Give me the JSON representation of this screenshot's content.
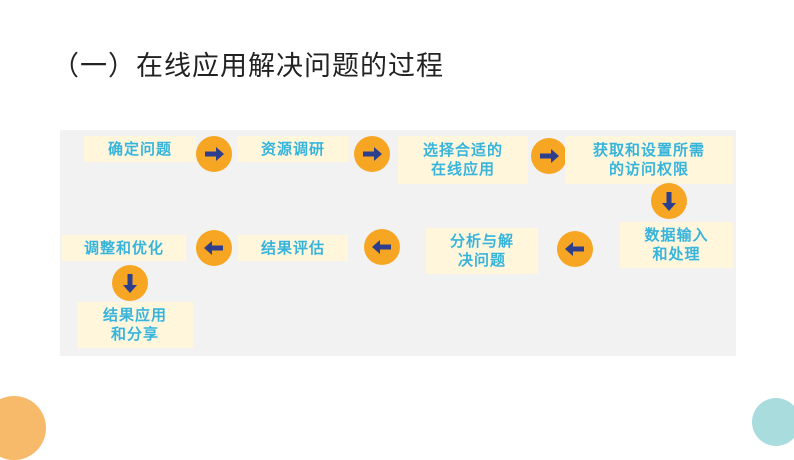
{
  "title": "（一）在线应用解决问题的过程",
  "steps": {
    "s1": "确定问题",
    "s2": "资源调研",
    "s3": "选择合适的\n在线应用",
    "s4": "获取和设置所需\n的访问权限",
    "s5": "数据输入\n和处理",
    "s6": "分析与解\n决问题",
    "s7": "结果评估",
    "s8": "调整和优化",
    "s9": "结果应用\n和分享"
  },
  "colors": {
    "step_text": "#38b4d8",
    "step_bg": "#fff6dc",
    "arrow_circle": "#f7a623",
    "arrow_icon": "#2c3e8c",
    "panel_bg": "#f2f2f2"
  },
  "icons": [
    "arrow-right-icon",
    "arrow-down-icon",
    "arrow-left-icon"
  ]
}
